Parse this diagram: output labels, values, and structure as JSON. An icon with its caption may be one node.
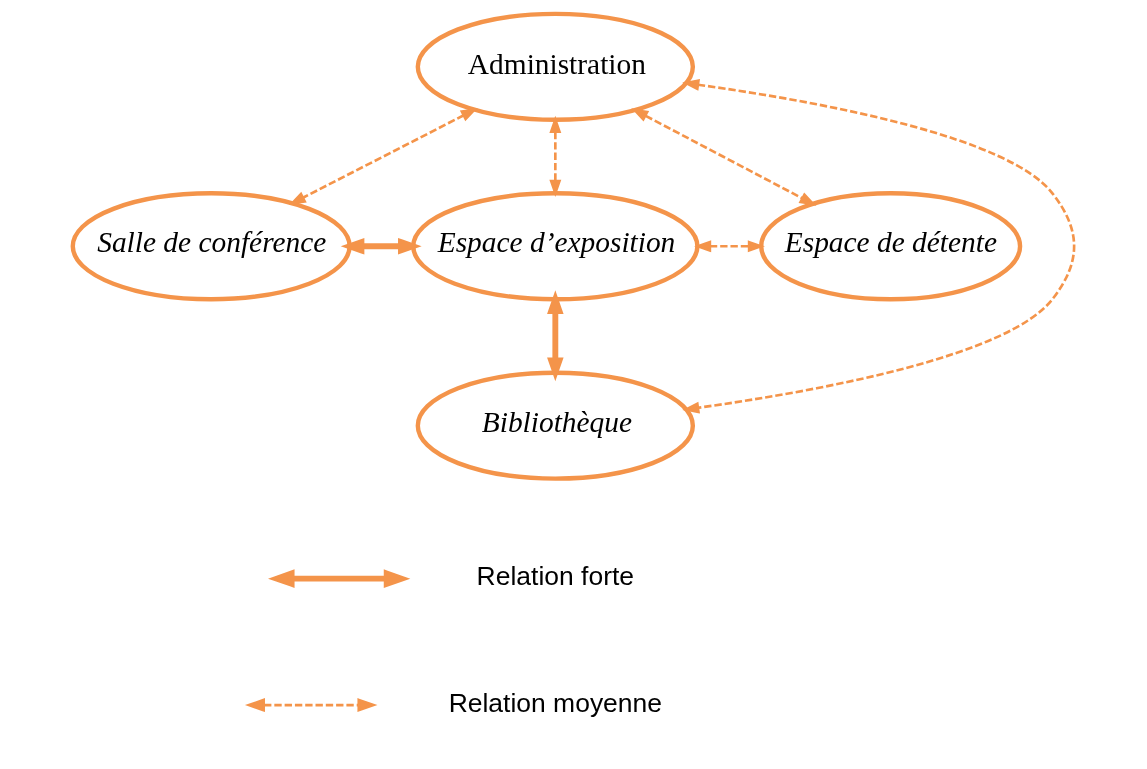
{
  "diagram": {
    "nodes": [
      {
        "text": [
          "Administration"
        ]
      },
      {
        "text": [
          "Salle de conférence"
        ]
      },
      {
        "text": [
          "Espace d’exposition"
        ]
      },
      {
        "text": [
          "Espace de détente"
        ]
      },
      {
        "text": [
          "Bibliothèque"
        ]
      }
    ],
    "edges": [
      {
        "from": 0,
        "to": 4,
        "arrow": "both",
        "style": "dashed"
      },
      {
        "from": 0,
        "to": 1,
        "arrow": "both",
        "style": "dashed"
      },
      {
        "from": 0,
        "to": 2,
        "arrow": "both",
        "style": "dashed"
      },
      {
        "from": 0,
        "to": 3,
        "arrow": "both",
        "style": "dashed"
      },
      {
        "from": 1,
        "to": 2,
        "arrow": "both",
        "style": "thick"
      },
      {
        "from": 2,
        "to": 3,
        "arrow": "both",
        "style": "dashed"
      },
      {
        "from": 2,
        "to": 4,
        "arrow": "both",
        "style": "thick"
      }
    ],
    "legend": [
      {
        "text": "Relation forte"
      },
      {
        "text": "Relation moyenne"
      }
    ]
  }
}
